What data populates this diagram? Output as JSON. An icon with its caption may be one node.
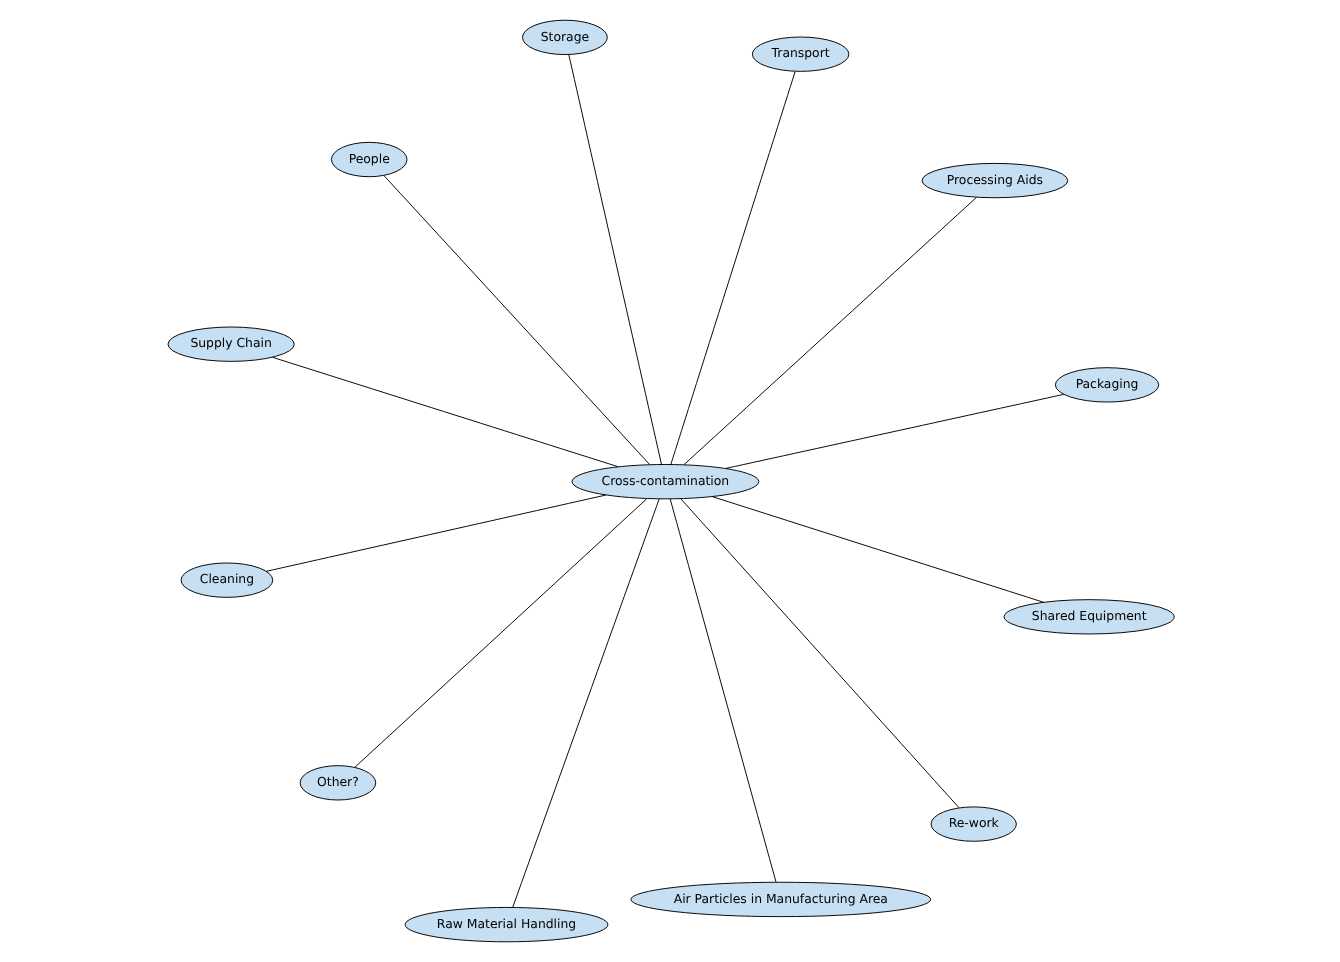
{
  "diagram": {
    "nodes": [
      {
        "text": [
          "Cross-contamination"
        ]
      },
      {
        "text": [
          "Processing Aids"
        ]
      },
      {
        "text": [
          "Raw Material Handling"
        ]
      },
      {
        "text": [
          "Storage"
        ]
      },
      {
        "text": [
          "Transport"
        ]
      },
      {
        "text": [
          "People"
        ]
      },
      {
        "text": [
          "Cleaning"
        ]
      },
      {
        "text": [
          "Shared Equipment"
        ]
      },
      {
        "text": [
          "Other?"
        ]
      },
      {
        "text": [
          "Re-work"
        ]
      },
      {
        "text": [
          "Air Particles in Manufacturing Area"
        ]
      },
      {
        "text": [
          "Supply Chain"
        ]
      },
      {
        "text": [
          "Packaging"
        ]
      }
    ],
    "edges": [
      {
        "from": 0,
        "to": 1,
        "arrow": "none"
      },
      {
        "from": 0,
        "to": 2,
        "arrow": "none"
      },
      {
        "from": 0,
        "to": 3,
        "arrow": "none"
      },
      {
        "from": 0,
        "to": 4,
        "arrow": "none"
      },
      {
        "from": 0,
        "to": 5,
        "arrow": "none"
      },
      {
        "from": 0,
        "to": 6,
        "arrow": "none"
      },
      {
        "from": 0,
        "to": 7,
        "arrow": "none"
      },
      {
        "from": 0,
        "to": 8,
        "arrow": "none"
      },
      {
        "from": 0,
        "to": 9,
        "arrow": "none"
      },
      {
        "from": 0,
        "to": 10,
        "arrow": "none"
      },
      {
        "from": 0,
        "to": 11,
        "arrow": "none"
      },
      {
        "from": 0,
        "to": 12,
        "arrow": "none"
      }
    ]
  }
}
